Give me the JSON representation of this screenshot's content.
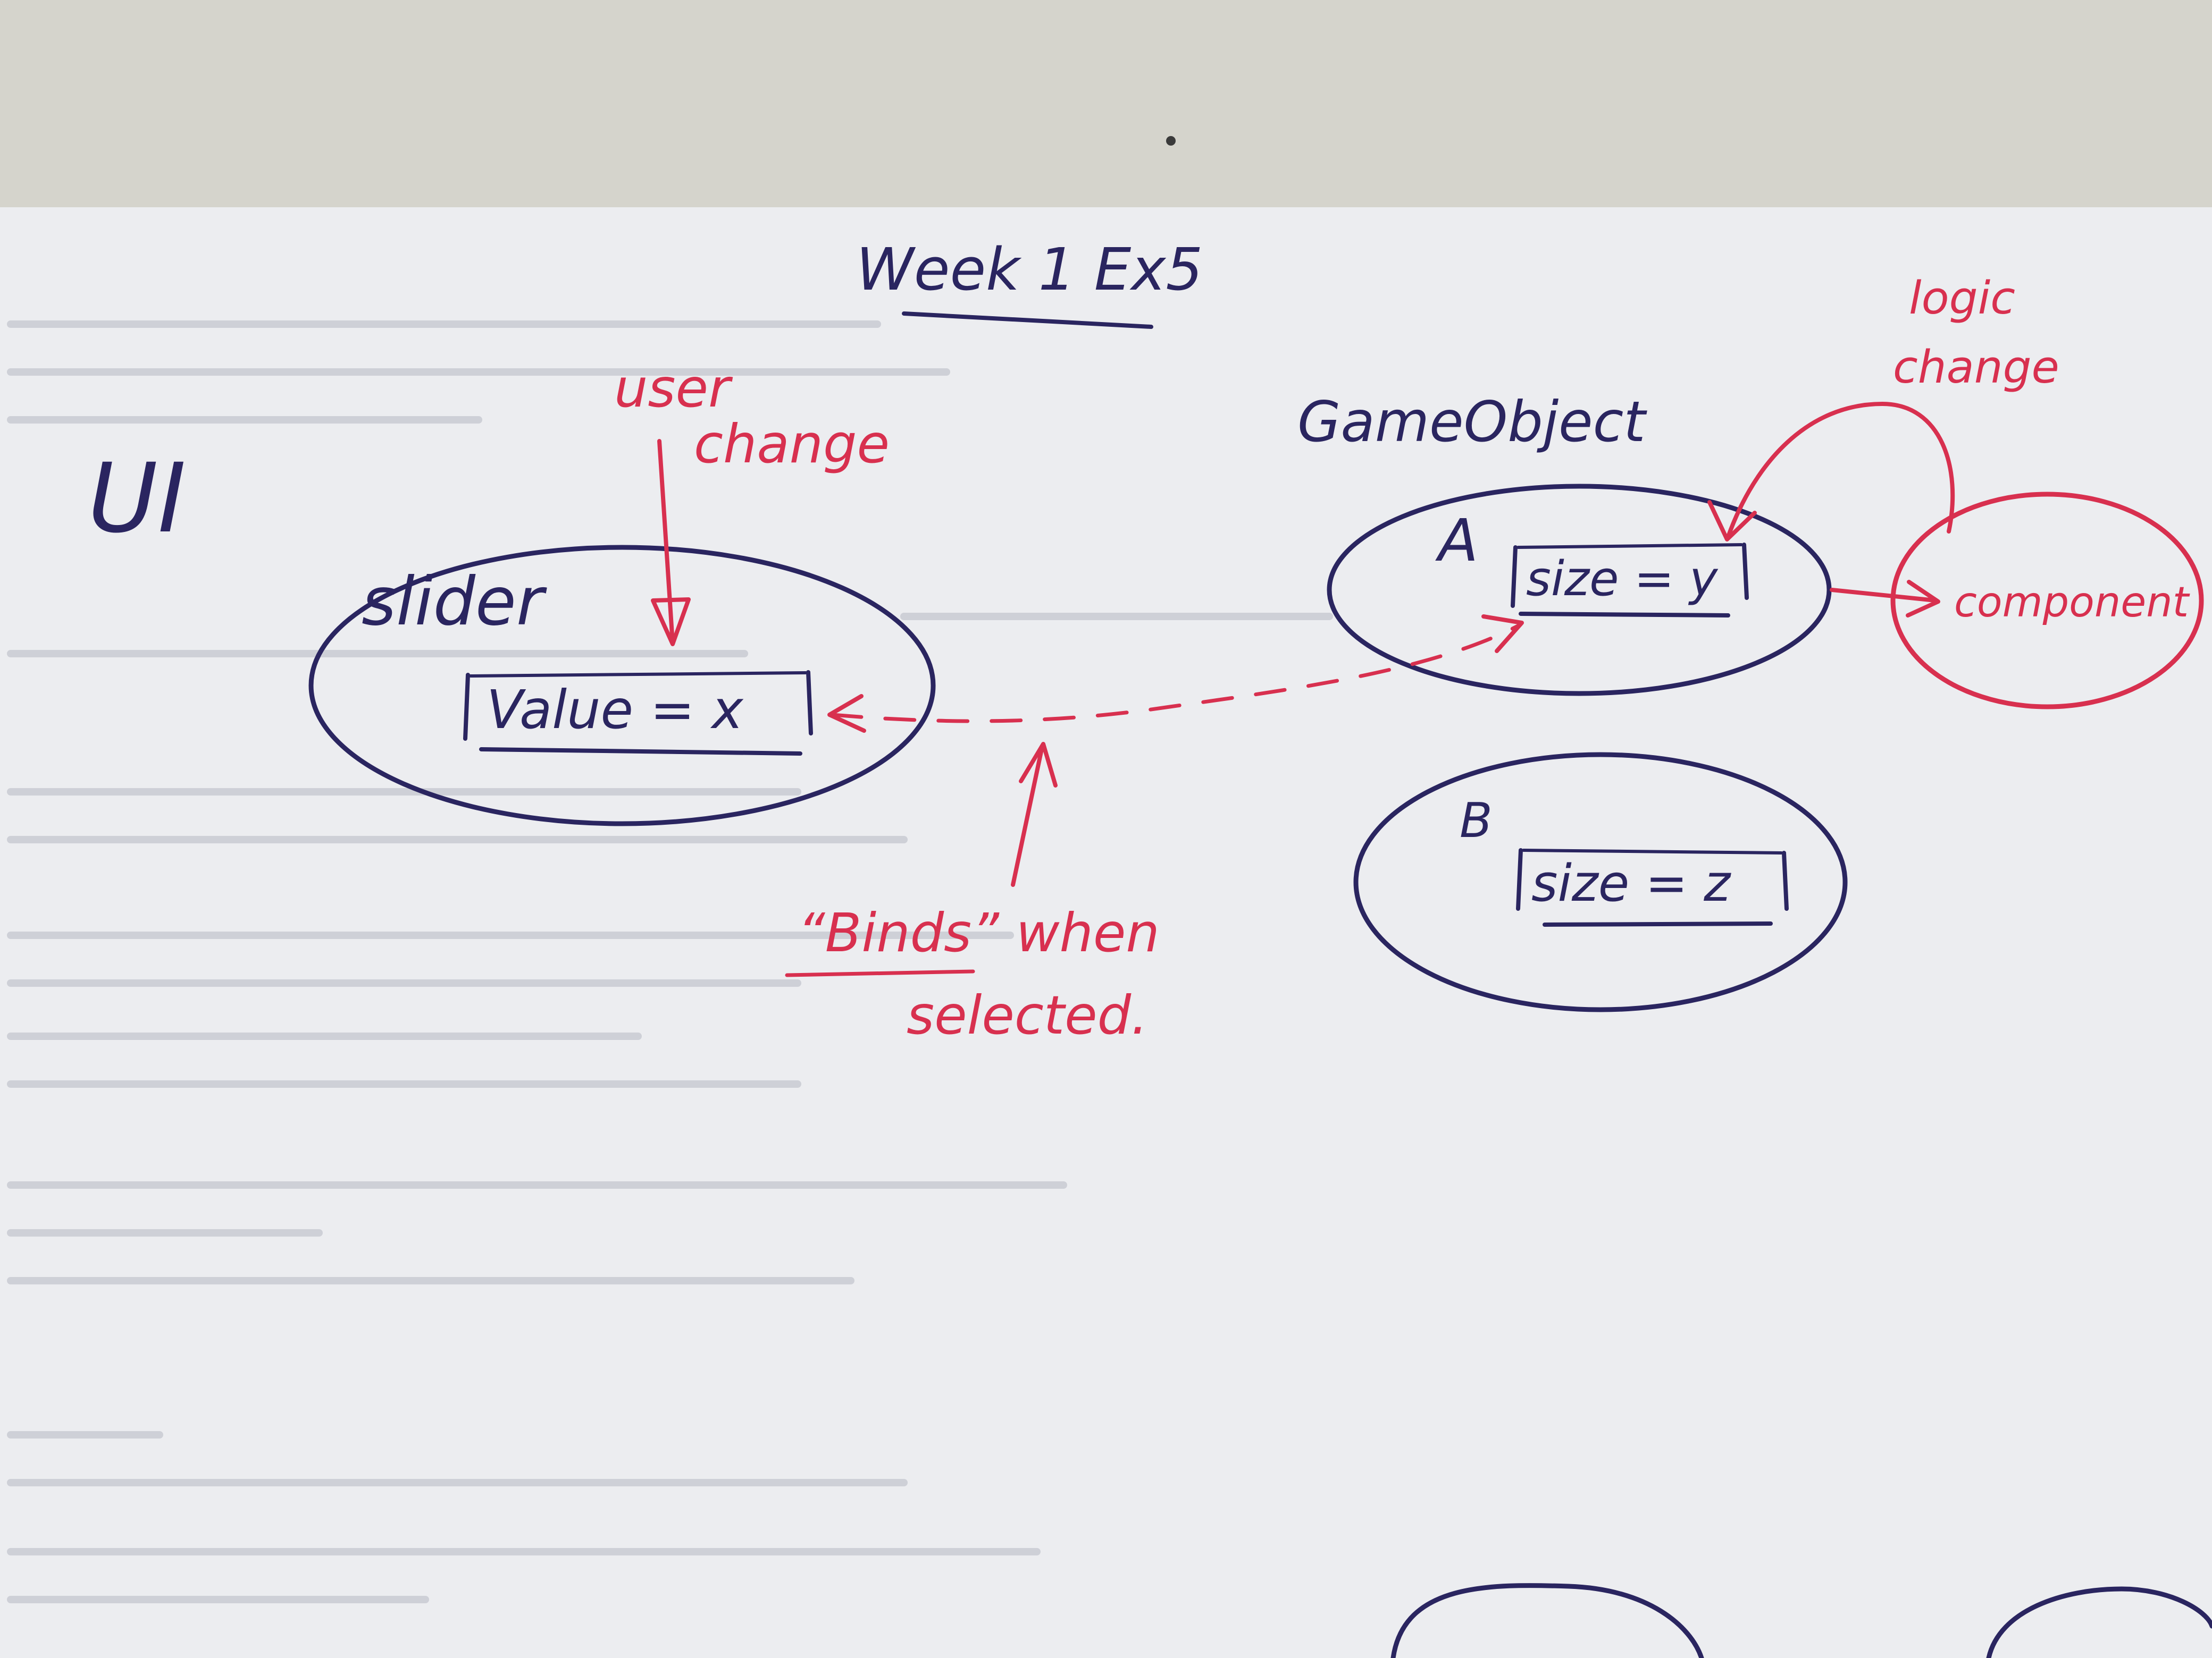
{
  "title": "Week 1 Ex5",
  "ui_label": "UI",
  "slider": {
    "label": "slider",
    "field": "Value = x"
  },
  "user_change": {
    "line1": "user",
    "line2": "change"
  },
  "gameobject_label": "GameObject",
  "object_a": {
    "label": "A",
    "field": "size = y"
  },
  "object_b": {
    "label": "B",
    "field": "size = z"
  },
  "component_label": "component",
  "logic_change": {
    "line1": "logic",
    "line2": "change"
  },
  "binds_note": {
    "line1": "“Binds” when",
    "line2": "selected."
  },
  "colors": {
    "paper": "#eeeef0",
    "blue_ink": "#2a2560",
    "red_ink": "#d8304f"
  }
}
